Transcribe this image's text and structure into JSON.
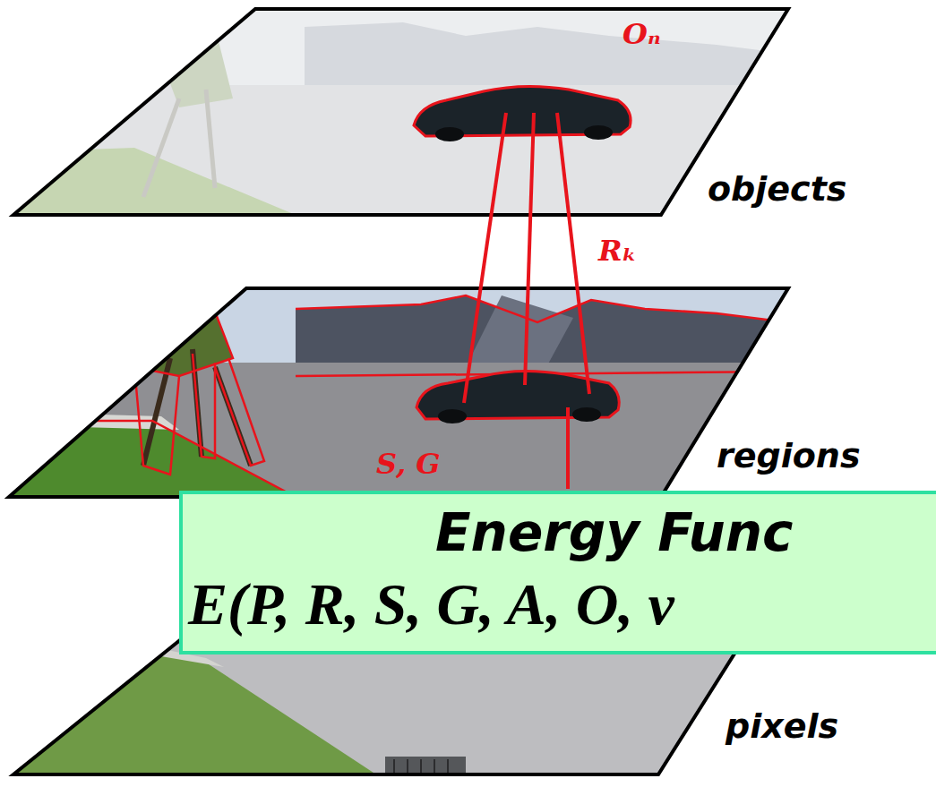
{
  "diagram": {
    "nodes": [
      {
        "text": [
          "Energy Func",
          "E(P, R, S, G, A, O, v"
        ]
      }
    ],
    "labels": [
      "Oₙ",
      "objects",
      "Rₖ",
      "regions",
      "S, G",
      "pixels"
    ]
  }
}
